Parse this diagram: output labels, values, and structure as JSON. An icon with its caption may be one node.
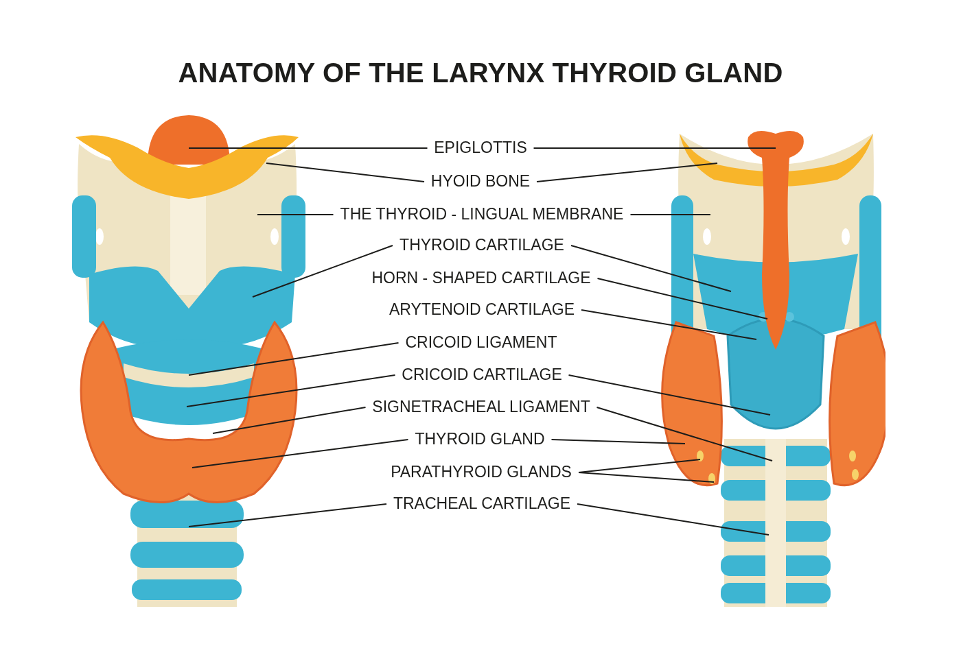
{
  "diagram": {
    "title": "ANATOMY OF THE LARYNX THYROID GLAND",
    "nodes": [
      {
        "text": [
          "EPIGLOTTIS"
        ]
      },
      {
        "text": [
          "HYOID BONE"
        ]
      },
      {
        "text": [
          "THE THYROID - LINGUAL MEMBRANE"
        ]
      },
      {
        "text": [
          "THYROID CARTILAGE"
        ]
      },
      {
        "text": [
          "HORN - SHAPED CARTILAGE"
        ]
      },
      {
        "text": [
          "ARYTENOID CARTILAGE"
        ]
      },
      {
        "text": [
          "CRICOID LIGAMENT"
        ]
      },
      {
        "text": [
          "CRICOID CARTILAGE"
        ]
      },
      {
        "text": [
          "SIGNETRACHEAL LIGAMENT"
        ]
      },
      {
        "text": [
          "THYROID GLAND"
        ]
      },
      {
        "text": [
          "PARATHYROID GLANDS"
        ]
      },
      {
        "text": [
          "TRACHEAL CARTILAGE"
        ]
      }
    ],
    "edges": [
      {
        "from": 0,
        "to": null,
        "arrow": "none"
      },
      {
        "from": 0,
        "to": null,
        "arrow": "none"
      },
      {
        "from": 1,
        "to": null,
        "arrow": "none"
      },
      {
        "from": 1,
        "to": null,
        "arrow": "none"
      },
      {
        "from": 2,
        "to": null,
        "arrow": "none"
      },
      {
        "from": 2,
        "to": null,
        "arrow": "none"
      },
      {
        "from": 3,
        "to": null,
        "arrow": "none"
      },
      {
        "from": 3,
        "to": null,
        "arrow": "none"
      },
      {
        "from": 4,
        "to": null,
        "arrow": "none"
      },
      {
        "from": 5,
        "to": null,
        "arrow": "none"
      },
      {
        "from": 6,
        "to": null,
        "arrow": "none"
      },
      {
        "from": 7,
        "to": null,
        "arrow": "none"
      },
      {
        "from": 7,
        "to": null,
        "arrow": "none"
      },
      {
        "from": 8,
        "to": null,
        "arrow": "none"
      },
      {
        "from": 8,
        "to": null,
        "arrow": "none"
      },
      {
        "from": 9,
        "to": null,
        "arrow": "none"
      },
      {
        "from": 9,
        "to": null,
        "arrow": "none"
      },
      {
        "from": 10,
        "to": null,
        "arrow": "none"
      },
      {
        "from": 10,
        "to": null,
        "arrow": "none"
      },
      {
        "from": 11,
        "to": null,
        "arrow": "none"
      },
      {
        "from": 11,
        "to": null,
        "arrow": "none"
      }
    ]
  }
}
